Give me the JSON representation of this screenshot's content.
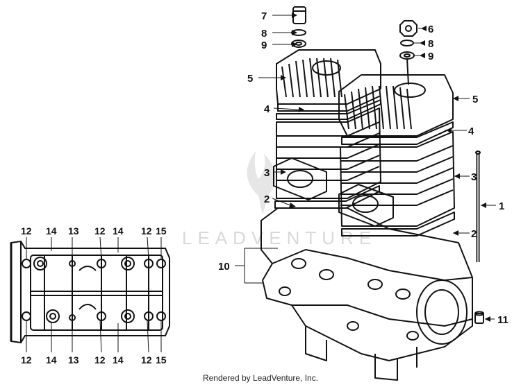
{
  "watermark": {
    "text": "LEADVENTURE"
  },
  "credit": "Rendered by LeadVenture, Inc.",
  "callouts": {
    "c7": "7",
    "c8a": "8",
    "c9a": "9",
    "c6": "6",
    "c8b": "8",
    "c9b": "9",
    "c5a": "5",
    "c5b": "5",
    "c4a": "4",
    "c4b": "4",
    "c3a": "3",
    "c3b": "3",
    "c2a": "2",
    "c2b": "2",
    "c1": "1",
    "c10": "10",
    "c11": "11",
    "t12a": "12",
    "t14a": "14",
    "t13a": "13",
    "t12b": "12",
    "t14b": "14",
    "t12c": "12",
    "t15a": "15",
    "b12a": "12",
    "b14a": "14",
    "b13a": "13",
    "b12b": "12",
    "b14b": "14",
    "b12c": "12",
    "b15a": "15"
  }
}
